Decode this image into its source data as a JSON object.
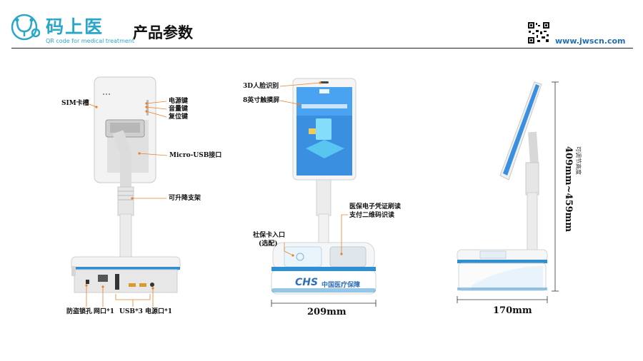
{
  "header": {
    "logo_text_cn": "码上医",
    "logo_text_en": "QR code for medical treatment",
    "page_title": "产品参数",
    "website": "www.jwscn.com"
  },
  "rear_view": {
    "labels": {
      "sim_slot": "SIM卡槽",
      "power_key": "电源键",
      "volume_key": "音量键",
      "reset_key": "复位键",
      "micro_usb": "Micro-USB接口",
      "lift_stand": "可升降支架",
      "security_lock": "防盗锁孔",
      "ethernet": "网口*1",
      "usb": "USB*3",
      "power_port": "电源口*1"
    }
  },
  "front_view": {
    "labels": {
      "face_camera": "3D人脸识别",
      "touch_screen": "8英寸触摸屏",
      "scan_area_line1": "医保电子凭证刷读",
      "scan_area_line2": "支付二维码识读",
      "card_slot_line1": "社保卡入口",
      "card_slot_line2": "(选配)",
      "brand_logo": "CHS",
      "brand_text": "中国医疗保障",
      "width_dimension": "209mm"
    }
  },
  "side_view": {
    "labels": {
      "height_dimension": "409mm~459mm",
      "height_note": "可调节高度",
      "depth_dimension": "170mm"
    }
  },
  "colors": {
    "brand_blue": "#2aa6c9",
    "accent_blue": "#2f8fd0",
    "leader_orange": "#e8822a",
    "device_grey": "#e9ecef"
  }
}
